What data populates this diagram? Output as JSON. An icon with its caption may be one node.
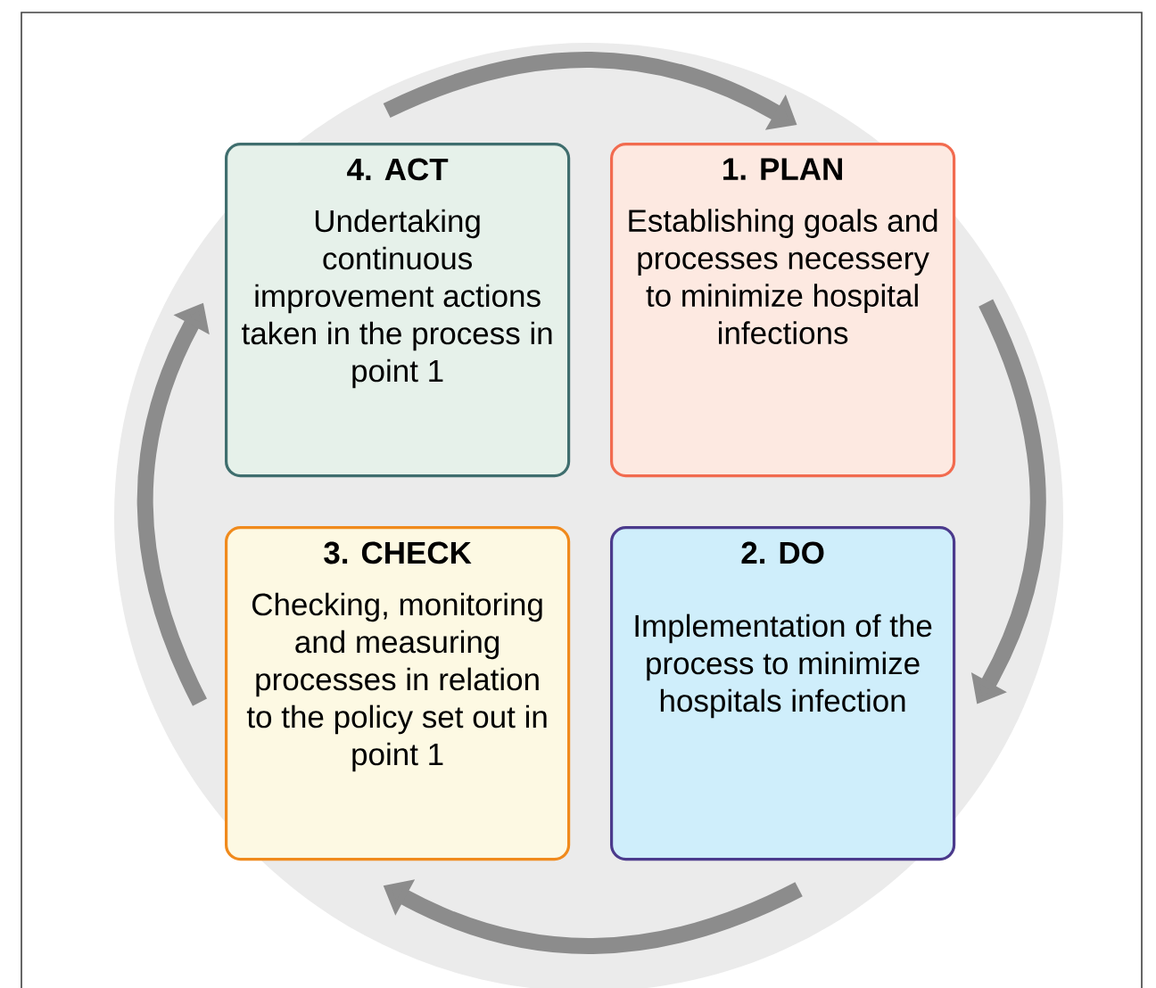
{
  "diagram": {
    "nodes": [
      {
        "text": [
          "4. ACT",
          "Undertaking continuous improvement actions taken in the process in point 1"
        ]
      },
      {
        "text": [
          "1. PLAN",
          "Establishing goals and processes necessery to minimize hospital infections"
        ]
      },
      {
        "text": [
          "3. CHECK",
          "Checking, monitoring and measuring processes in relation to the policy set out in point 1"
        ]
      },
      {
        "text": [
          "2. DO",
          "Implementation of the process to minimize hospitals infection"
        ]
      }
    ],
    "edges": [
      {
        "from": 0,
        "to": 1,
        "arrow": "to"
      },
      {
        "from": 1,
        "to": 3,
        "arrow": "to"
      },
      {
        "from": 3,
        "to": 2,
        "arrow": "to"
      },
      {
        "from": 2,
        "to": 0,
        "arrow": "to"
      }
    ]
  }
}
